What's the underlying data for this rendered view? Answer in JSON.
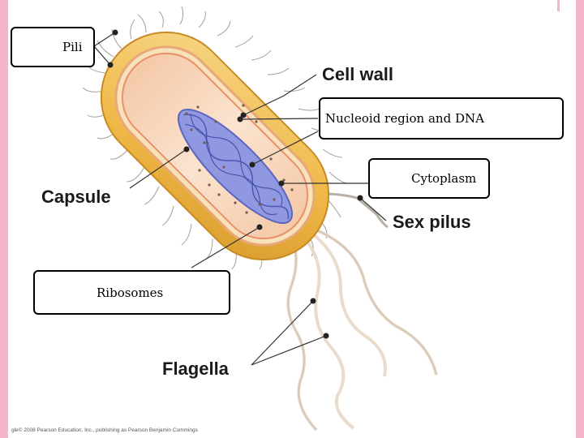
{
  "diagram": {
    "boxed_labels": {
      "pili": "Pili",
      "nucleoid": "Nucleoid region and DNA",
      "cytoplasm": "Cytoplasm",
      "ribosomes": "Ribosomes"
    },
    "plain_labels": {
      "cell_wall": "Cell wall",
      "capsule": "Capsule",
      "sex_pilus": "Sex pilus",
      "flagella": "Flagella"
    },
    "copyright": "gle© 2008 Pearson Education, Inc., publishing as Pearson Benjamin Cummings"
  },
  "colors": {
    "capsule": "#f2c15a",
    "cell_wall": "#f3d6a6",
    "cytoplasm": "#f8dcc4",
    "nucleoid": "#7f89d8",
    "accent_border": "#f4b6cc"
  }
}
